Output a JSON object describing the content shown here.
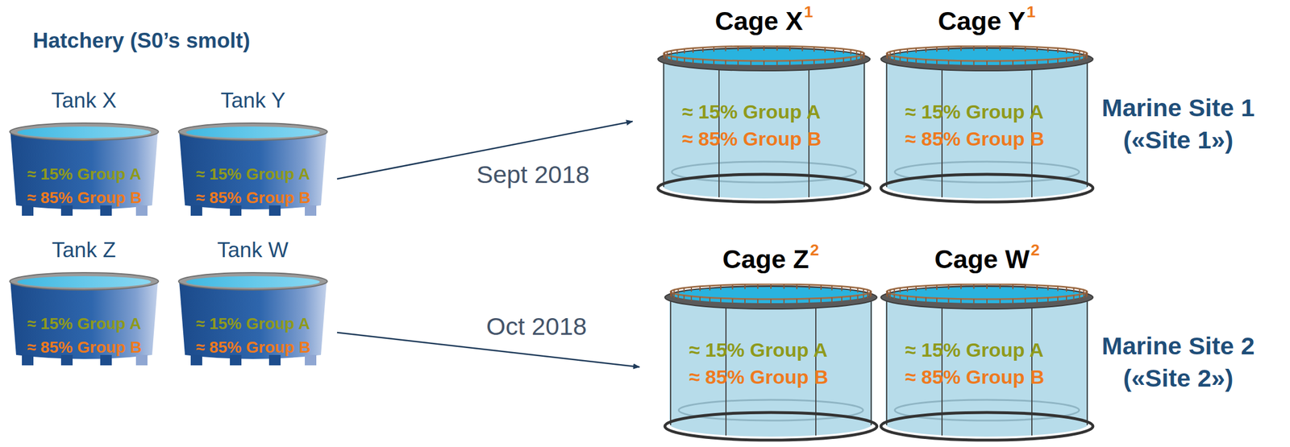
{
  "diagram": {
    "title": "Hatchery (S0’s smolt)",
    "nodes": [
      {
        "text": [
          "Tank X",
          "≈ 15% Group A",
          "≈ 85% Group B"
        ]
      },
      {
        "text": [
          "Tank Y",
          "≈ 15% Group A",
          "≈ 85% Group B"
        ]
      },
      {
        "text": [
          "Tank Z",
          "≈ 15% Group A",
          "≈ 85% Group B"
        ]
      },
      {
        "text": [
          "Tank W",
          "≈ 15% Group A",
          "≈ 85% Group B"
        ]
      },
      {
        "text": [
          "Cage X",
          "1",
          "≈ 15% Group A",
          "≈ 85% Group B"
        ]
      },
      {
        "text": [
          "Cage Y",
          "1",
          "≈ 15% Group A",
          "≈ 85% Group B"
        ]
      },
      {
        "text": [
          "Cage Z",
          "2",
          "≈ 15% Group A",
          "≈ 85% Group B"
        ]
      },
      {
        "text": [
          "Cage W",
          "2",
          "≈ 15% Group A",
          "≈ 85% Group B"
        ]
      }
    ],
    "edges": [
      {
        "from": 1,
        "to": 4,
        "arrow": "to",
        "label": "Sept 2018"
      },
      {
        "from": 3,
        "to": 6,
        "arrow": "to",
        "label": "Oct 2018"
      }
    ],
    "labels": [
      "Marine Site 1 («Site 1»)",
      "Marine Site 2 («Site 2»)"
    ]
  }
}
